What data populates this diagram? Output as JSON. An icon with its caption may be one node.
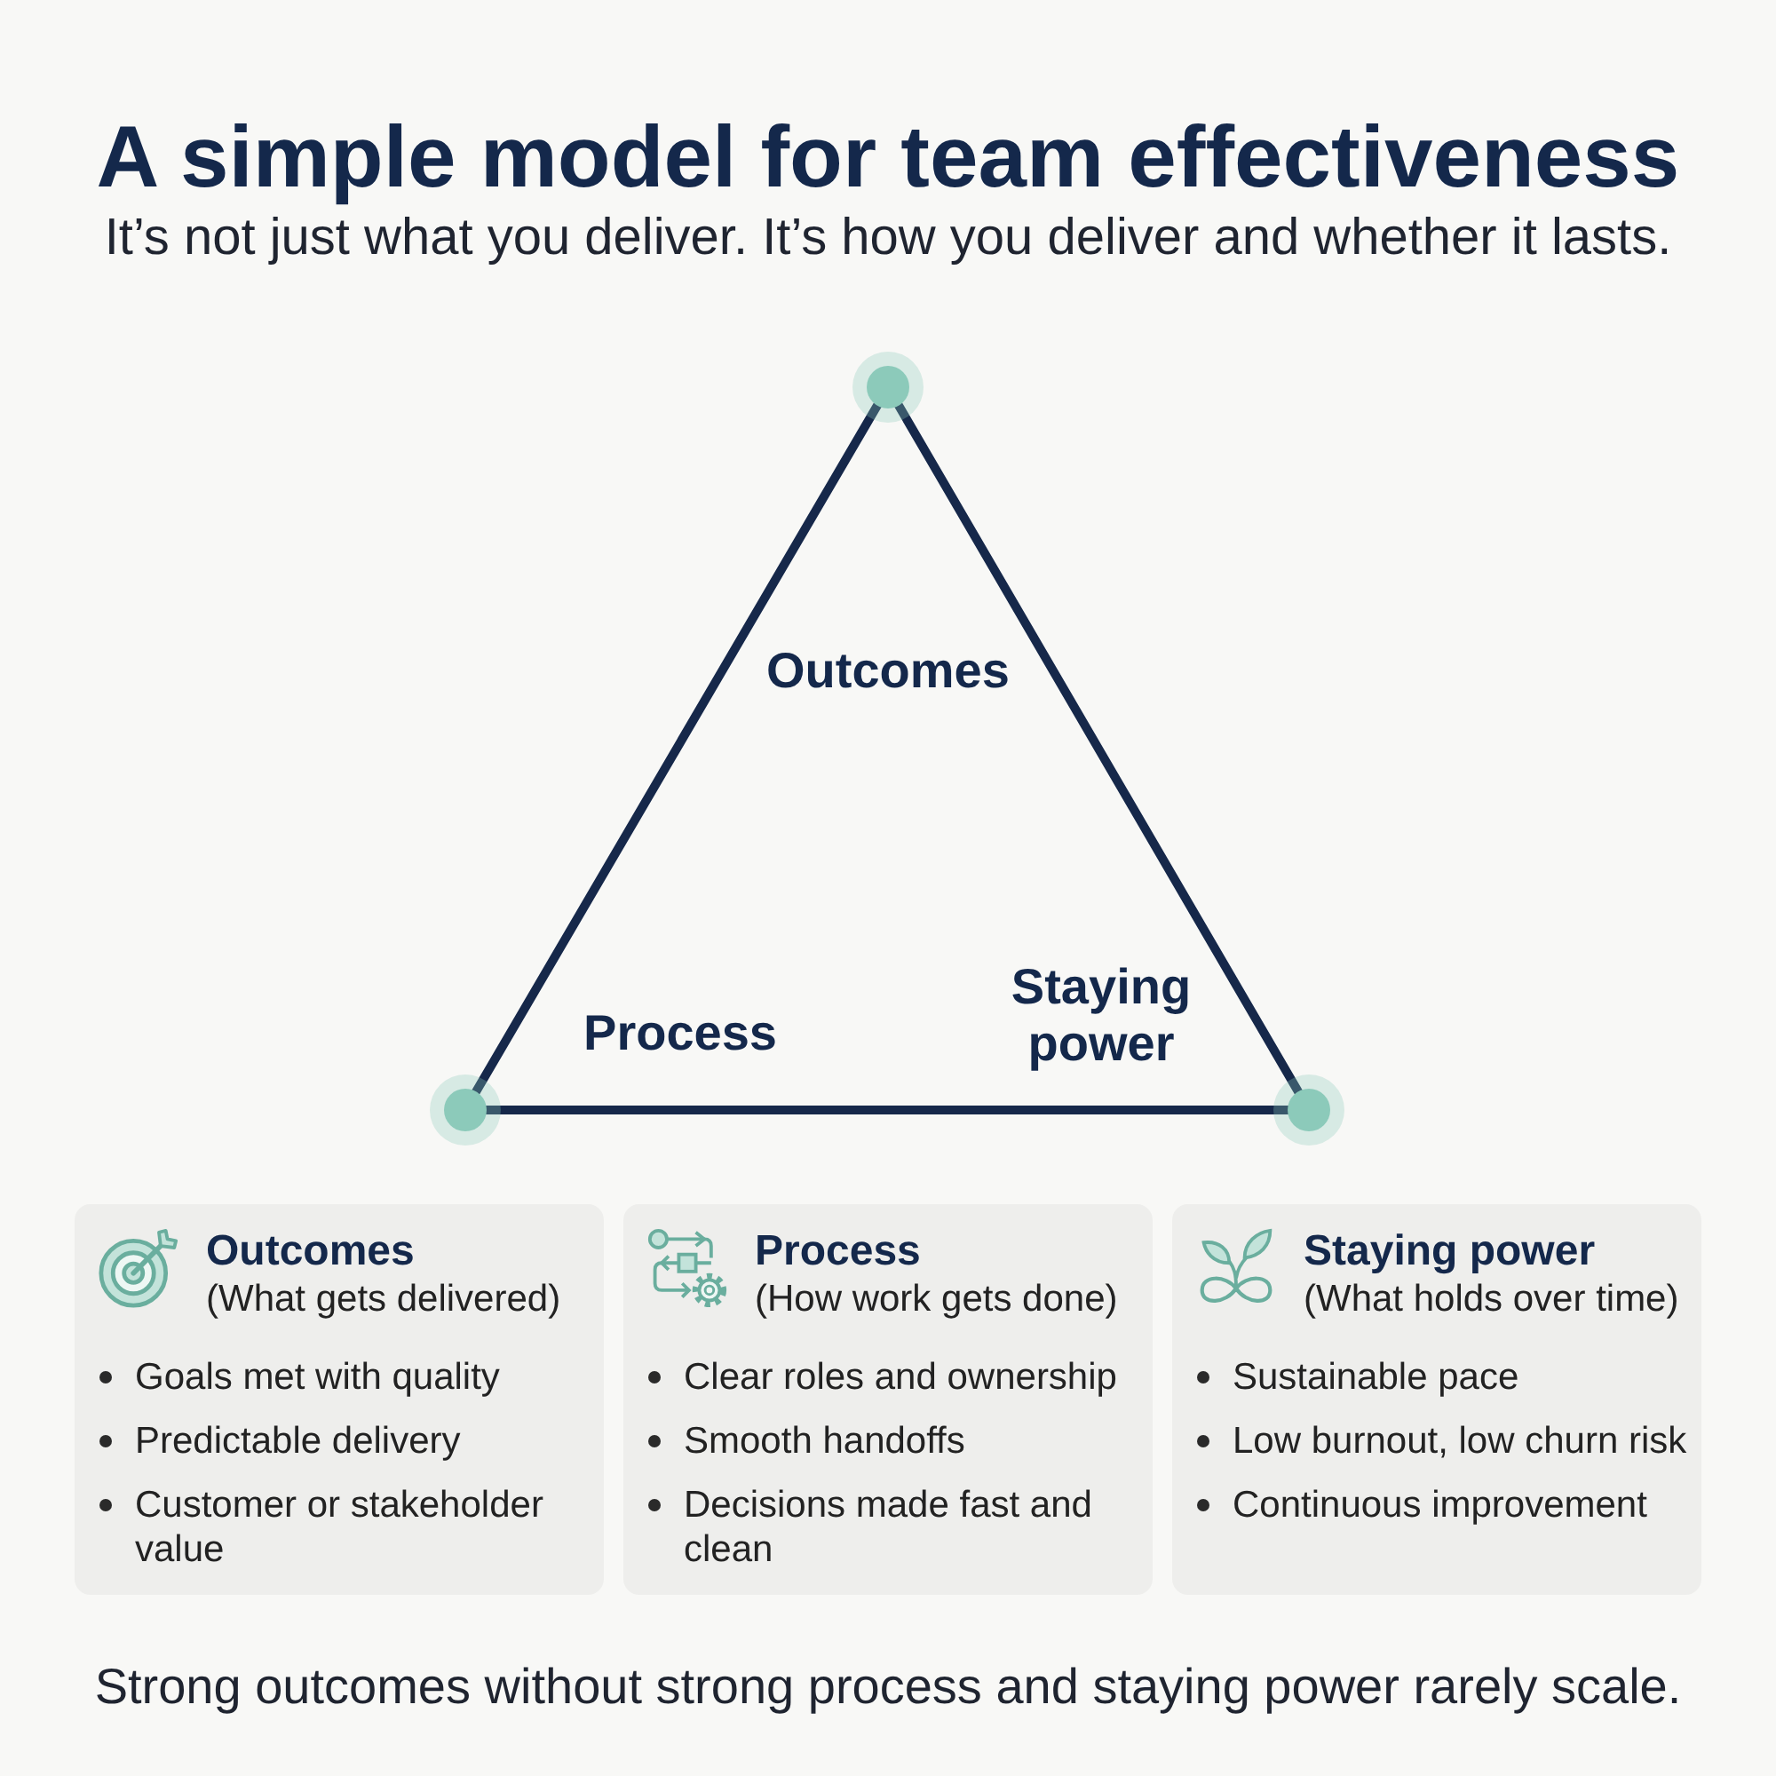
{
  "diagram": {
    "title": "A simple model for team effectiveness",
    "nodes": [
      {
        "text": [
          "Outcomes",
          "Process",
          "Staying power"
        ]
      },
      {
        "text": [
          "Outcomes",
          "(What gets delivered)",
          "Goals met with quality",
          "Predictable delivery",
          "Customer or stakeholder value"
        ]
      },
      {
        "text": [
          "Process",
          "(How work gets done)",
          "Clear roles and ownership",
          "Smooth handoffs",
          "Decisions made fast and clean"
        ]
      },
      {
        "text": [
          "Staying power",
          "(What holds over time)",
          "Sustainable pace",
          "Low burnout, low churn risk",
          "Continuous improvement"
        ]
      }
    ],
    "labels": [
      "It’s not just what you deliver. It’s how you deliver and whether it lasts."
    ],
    "caption": "Strong outcomes without strong process and staying power rarely scale."
  }
}
